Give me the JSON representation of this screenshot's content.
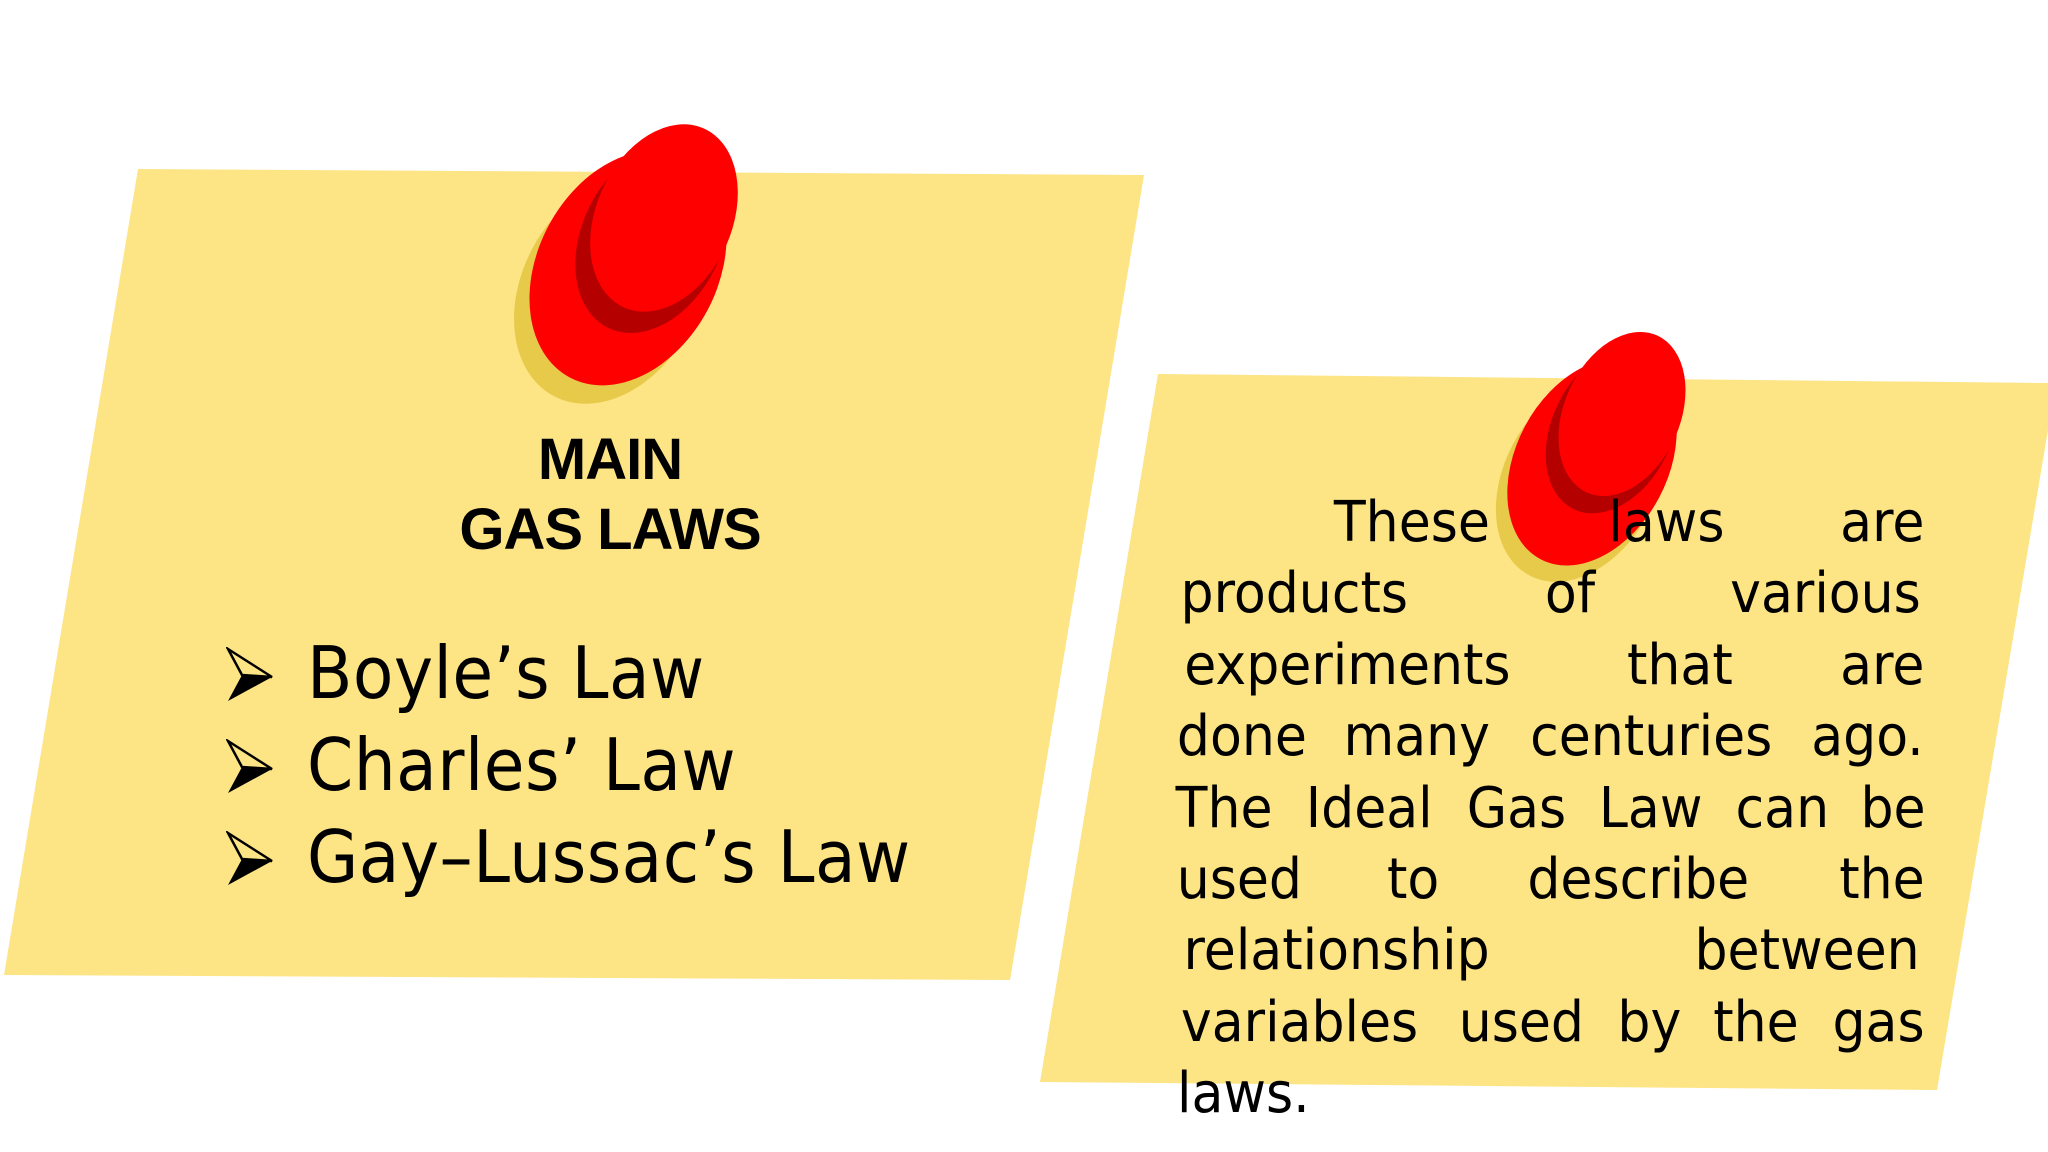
{
  "slide": {
    "background_color": "#ffffff",
    "note_color": "#FDE485",
    "pin_color": "#FF0000",
    "pin_dark_color": "#A80000",
    "pin_shadow_color": "#E6C644"
  },
  "left_note": {
    "heading": {
      "line1": "MAIN",
      "line2": "GAS LAWS"
    },
    "bullet_icon": "arrowhead-bullet-icon",
    "items": [
      {
        "label": "Boyle’s Law"
      },
      {
        "label": "Charles’ Law"
      },
      {
        "label": "Gay–Lussac’s Law"
      }
    ]
  },
  "right_note": {
    "paragraph": "These laws are products of various experiments that are done many centuries ago. The Ideal Gas Law can be used to describe the relationship between variables used by the gas laws.",
    "lines": [
      [
        "These",
        "laws",
        "are"
      ],
      [
        "products",
        "of",
        "various"
      ],
      [
        "experiments",
        "that",
        "are"
      ],
      [
        "done",
        "many",
        "centuries",
        "ago."
      ],
      [
        "The",
        "Ideal",
        "Gas",
        "Law",
        "can",
        "be"
      ],
      [
        "used",
        "to",
        "describe",
        "the"
      ],
      [
        "relationship",
        "between"
      ],
      [
        "variables",
        "used",
        "by",
        "the",
        "gas"
      ],
      [
        "laws."
      ]
    ]
  }
}
